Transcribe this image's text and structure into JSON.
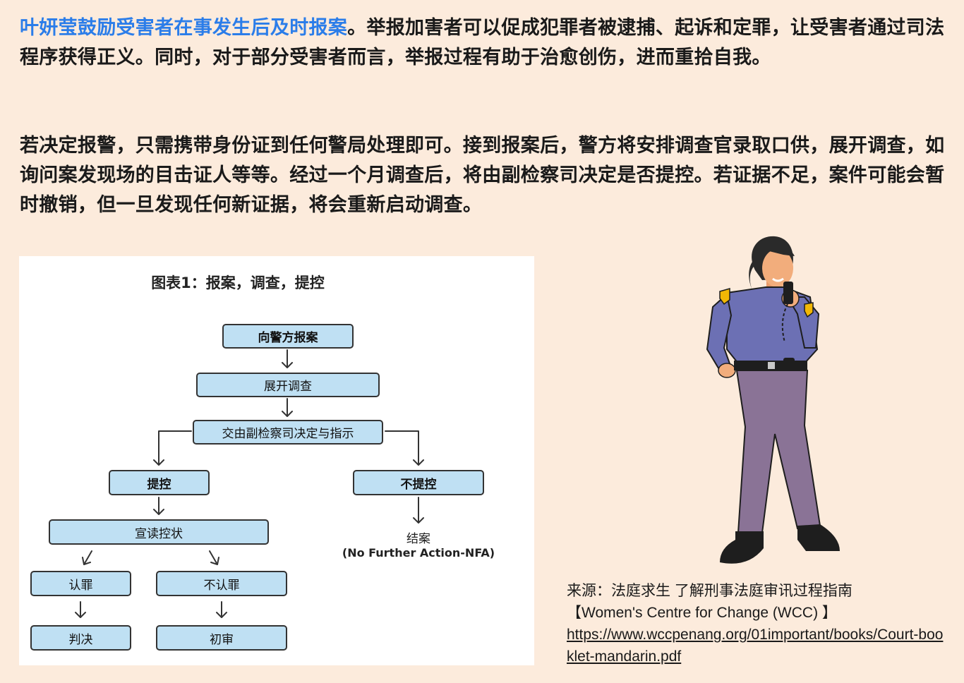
{
  "paragraph1": {
    "highlight": "叶妍莹鼓励受害者在事发生后及时报案",
    "rest": "。举报加害者可以促成犯罪者被逮捕、起诉和定罪，让受害者通过司法程序获得正义。同时，对于部分受害者而言，举报过程有助于治愈创伤，进而重拾自我。"
  },
  "paragraph2": "若决定报警，只需携带身份证到任何警局处理即可。接到报案后，警方将安排调查官录取口供，展开调查，如询问案发现场的目击证人等等。经过一个月调查后，将由副检察司决定是否提控。若证据不足，案件可能会暂时撤销，但一旦发现任何新证据，将会重新启动调查。",
  "flowchart": {
    "title": "图表1：报案，调查，提控",
    "nodes": {
      "report": "向警方报案",
      "investigate": "展开调查",
      "dpp": "交由副检察司决定与指示",
      "prosecute": "提控",
      "no_prosecute": "不提控",
      "charge": "宣读控状",
      "guilty": "认罪",
      "not_guilty": "不认罪",
      "verdict": "判决",
      "trial": "初审",
      "closed": "结案",
      "nfa": "(No Further Action-NFA)"
    }
  },
  "illustration": "police-officer-with-radio",
  "source": {
    "line1": "来源：法庭求生 了解刑事法庭审讯过程指南",
    "line2": "【Women's Centre for Change (WCC) 】",
    "url": "https://www.wccpenang.org/01important/books/Court-booklet-mandarin.pdf"
  },
  "colors": {
    "background": "#fcebdc",
    "highlight": "#2b7de9",
    "box_fill": "#bfe0f3"
  }
}
